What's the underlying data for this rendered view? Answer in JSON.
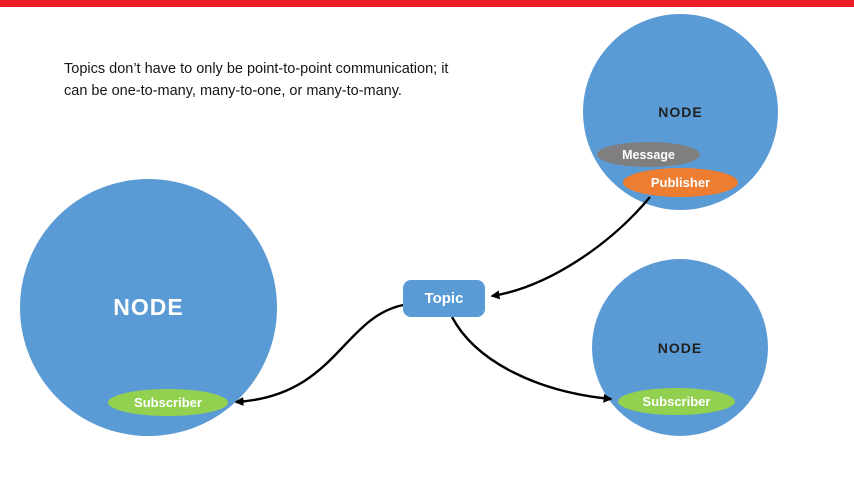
{
  "slide": {
    "caption": "Topics don’t have to only be point-to-point communication; it\ncan be one-to-many, many-to-one, or many-to-many.",
    "accent_bar_color": "#ee1c25"
  },
  "diagram": {
    "topic": {
      "label": "Topic",
      "color": "#5b9bd5"
    },
    "nodes": [
      {
        "id": "left",
        "label": "NODE",
        "color": "#5b9bd5",
        "badges": [
          {
            "label": "Subscriber",
            "role": "subscriber",
            "color": "#92d050"
          }
        ]
      },
      {
        "id": "top-right",
        "label": "NODE",
        "color": "#5b9bd5",
        "badges": [
          {
            "label": "Message",
            "role": "message",
            "color": "#7f7f7f"
          },
          {
            "label": "Publisher",
            "role": "publisher",
            "color": "#ed7d31"
          }
        ]
      },
      {
        "id": "bottom-right",
        "label": "NODE",
        "color": "#5b9bd5",
        "badges": [
          {
            "label": "Subscriber",
            "role": "subscriber",
            "color": "#92d050"
          }
        ]
      }
    ],
    "connections": [
      {
        "from": "top-right.publisher",
        "to": "topic"
      },
      {
        "from": "topic",
        "to": "left.subscriber"
      },
      {
        "from": "topic",
        "to": "bottom-right.subscriber"
      }
    ]
  }
}
